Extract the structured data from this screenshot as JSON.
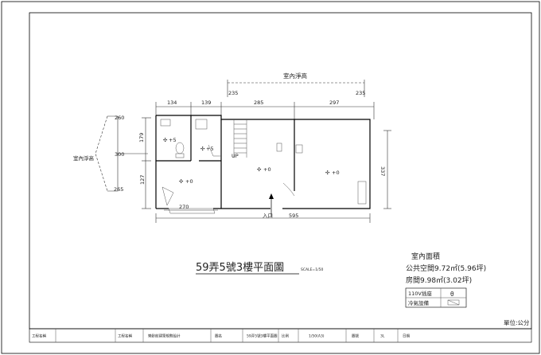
{
  "plan": {
    "title": "59弄5號3樓平面圖",
    "scale": "SCALE=1/50",
    "room_height_label_top": "室內淨高",
    "room_height_label_left": "室內淨高",
    "dims": {
      "top_235_left": "235",
      "top_235_right": "235",
      "w134": "134",
      "w139": "139",
      "w285": "285",
      "w297": "297",
      "h260": "260",
      "h300": "300",
      "h265": "265",
      "h179": "179",
      "h127": "127",
      "h337": "337",
      "w270": "270",
      "w595": "595"
    },
    "levels": {
      "bath1": "+5",
      "bath2": "+5",
      "room_small": "+0",
      "room_center": "+0",
      "room_right": "+0"
    },
    "up": "UP",
    "entrance": "入口"
  },
  "area": {
    "title": "室內面積",
    "line1": "公共空間9.72㎡(5.96坪)",
    "line2": "房間9.98㎡(3.02坪)"
  },
  "legend": {
    "outlet_label": "110V插座",
    "ac_label": "冷氣設備"
  },
  "unit_note": "單位:公分",
  "titleblock": {
    "c1": "工程名稱",
    "c2": "工程名稱",
    "c3": "樂齡館建築規劃設計",
    "c4": "圖名",
    "c5": "59弄5號3樓平面圖",
    "c6": "比例",
    "c7": "1/50(A3)",
    "c8": "圖號",
    "c9": "3L",
    "c10": "日期"
  }
}
